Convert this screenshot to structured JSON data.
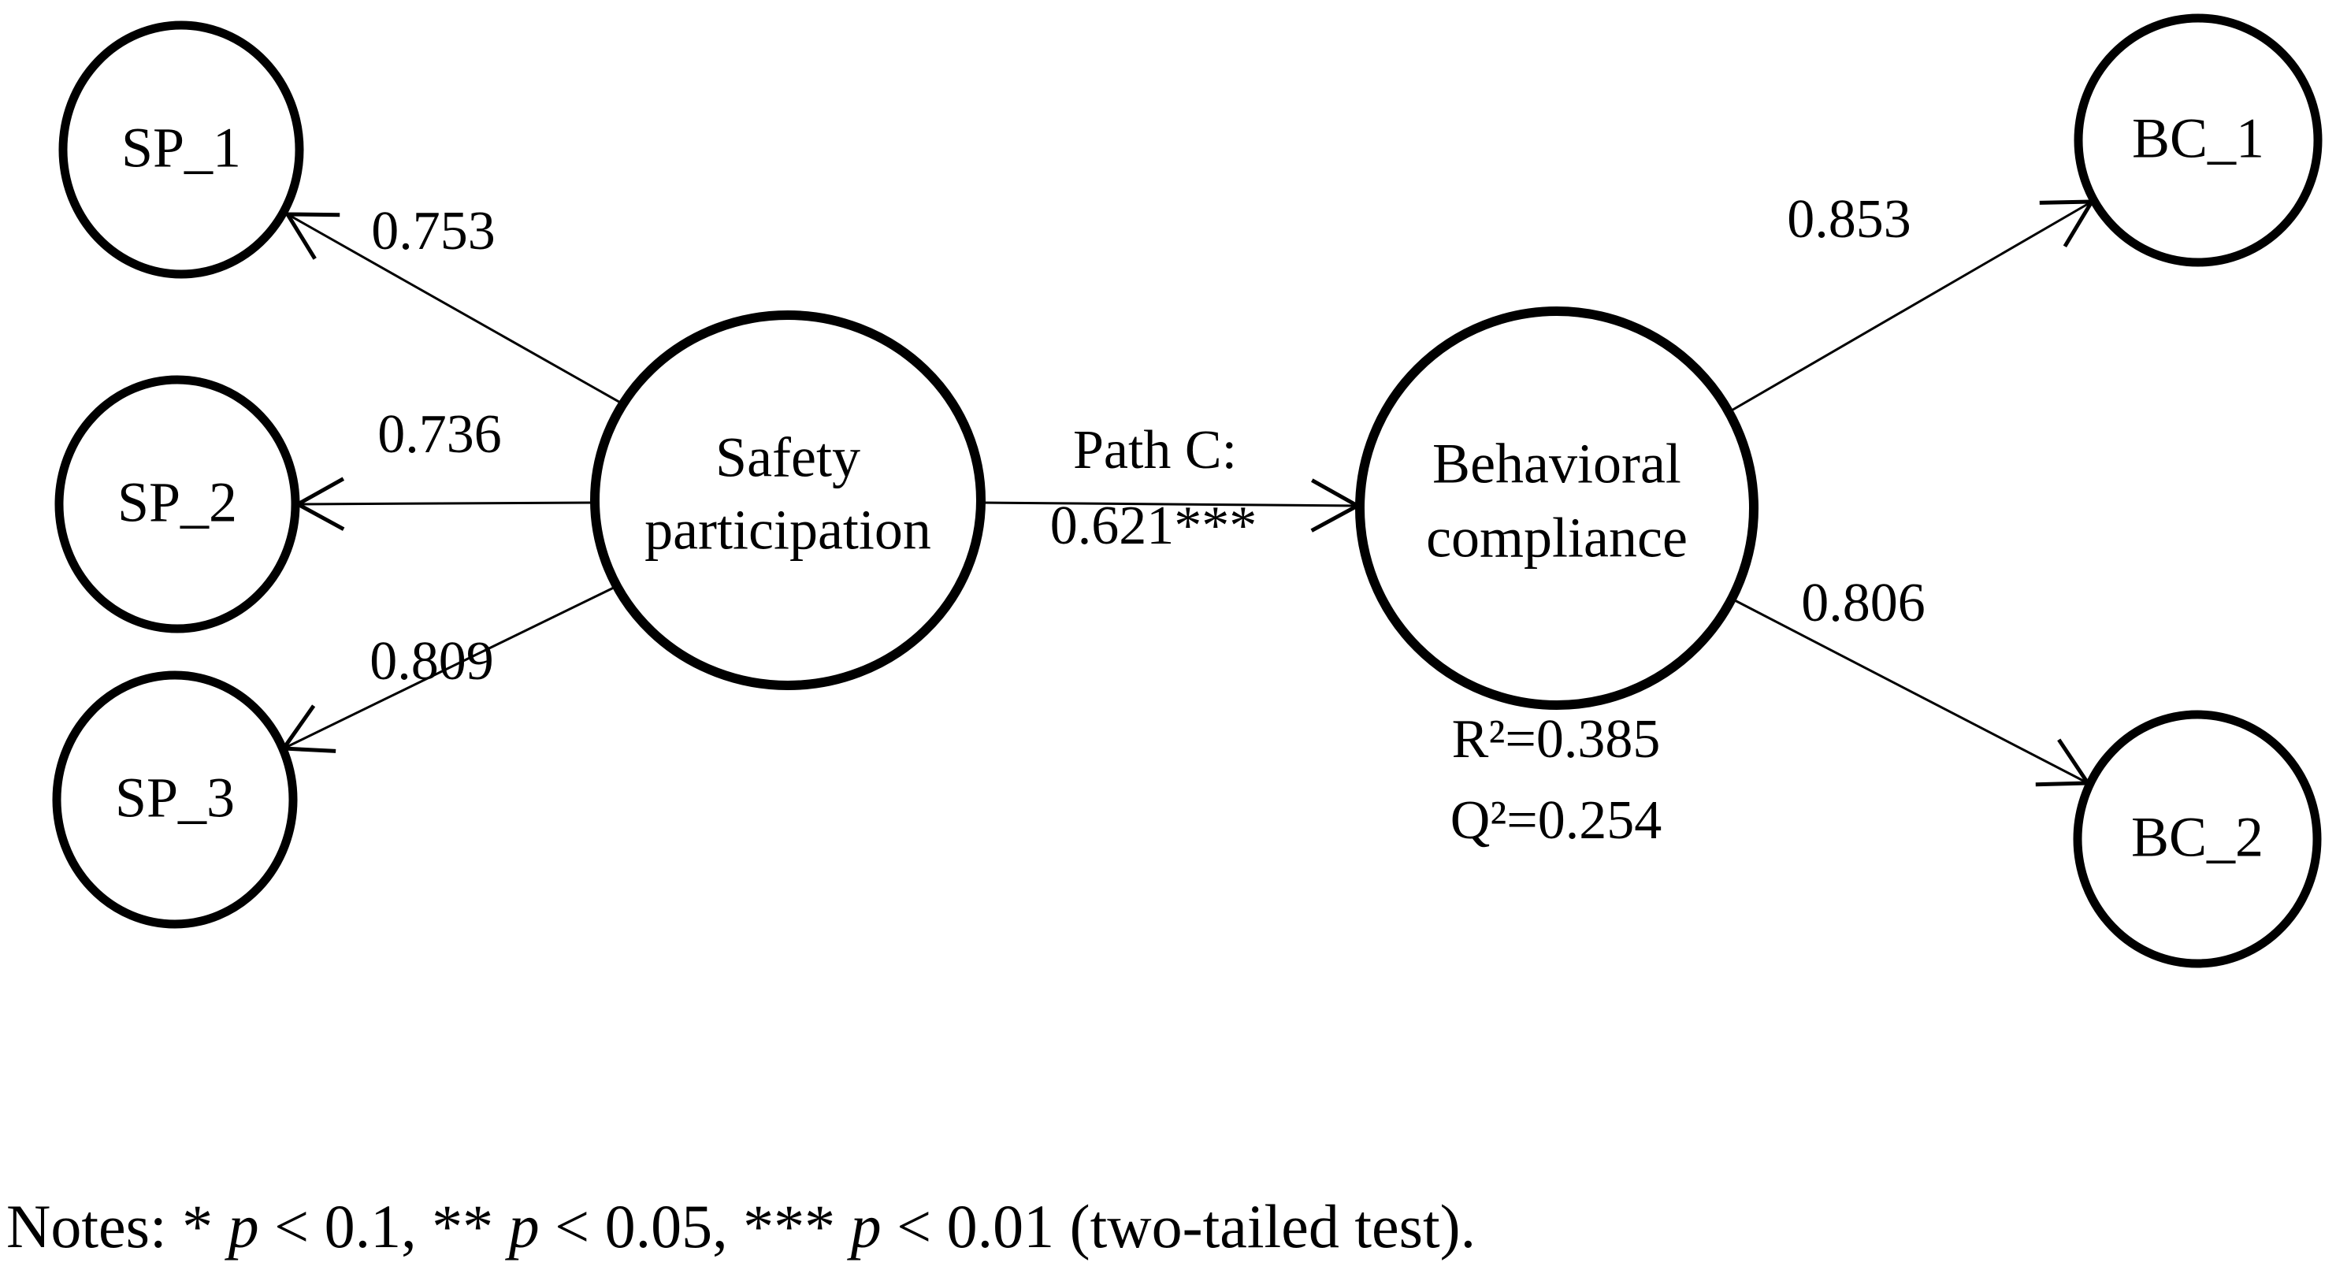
{
  "figure": {
    "background_color": "#ffffff",
    "ink_color": "#000000",
    "type": "structural-path-model"
  },
  "diagram": {
    "latent_nodes": [
      {
        "id": "safety_participation",
        "label_lines": [
          "Safety",
          "participation"
        ]
      },
      {
        "id": "behavioral_compliance",
        "label_lines": [
          "Behavioral",
          "compliance"
        ],
        "stats": [
          "R²=0.385",
          "Q²=0.254"
        ]
      }
    ],
    "indicator_nodes": [
      {
        "id": "SP_1",
        "label": "SP_1"
      },
      {
        "id": "SP_2",
        "label": "SP_2"
      },
      {
        "id": "SP_3",
        "label": "SP_3"
      },
      {
        "id": "BC_1",
        "label": "BC_1"
      },
      {
        "id": "BC_2",
        "label": "BC_2"
      }
    ],
    "edges": [
      {
        "from": "safety_participation",
        "to": "SP_1",
        "weight": "0.753"
      },
      {
        "from": "safety_participation",
        "to": "SP_2",
        "weight": "0.736"
      },
      {
        "from": "safety_participation",
        "to": "SP_3",
        "weight": "0.809"
      },
      {
        "from": "safety_participation",
        "to": "behavioral_compliance",
        "label_lines": [
          "Path C:",
          "0.621***"
        ]
      },
      {
        "from": "behavioral_compliance",
        "to": "BC_1",
        "weight": "0.853"
      },
      {
        "from": "behavioral_compliance",
        "to": "BC_2",
        "weight": "0.806"
      }
    ],
    "notes": {
      "parts": [
        {
          "text": "Notes: * "
        },
        {
          "text": "p"
        },
        {
          "text": " < 0.1, ** "
        },
        {
          "text": "p"
        },
        {
          "text": " < 0.05, *** "
        },
        {
          "text": "p"
        },
        {
          "text": " < 0.01 (two-tailed test)."
        }
      ]
    }
  }
}
